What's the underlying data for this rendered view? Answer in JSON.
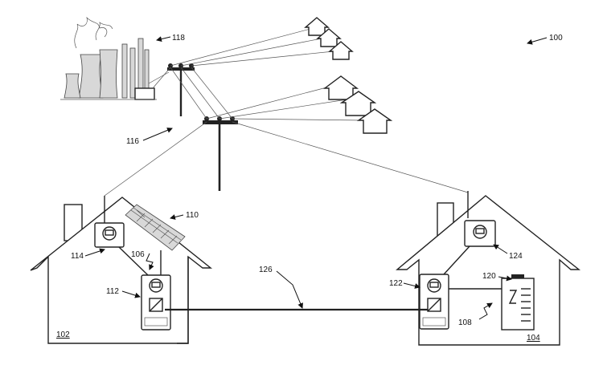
{
  "labels": {
    "system": "100",
    "house_a": "102",
    "house_b": "104",
    "solar_lines": "106",
    "battery_lines": "108",
    "solar_panel": "110",
    "inverter_a": "112",
    "meter_a": "114",
    "grid_poles": "116",
    "power_plant": "118",
    "battery": "120",
    "inverter_b": "122",
    "meter_b": "124",
    "connection": "126"
  }
}
